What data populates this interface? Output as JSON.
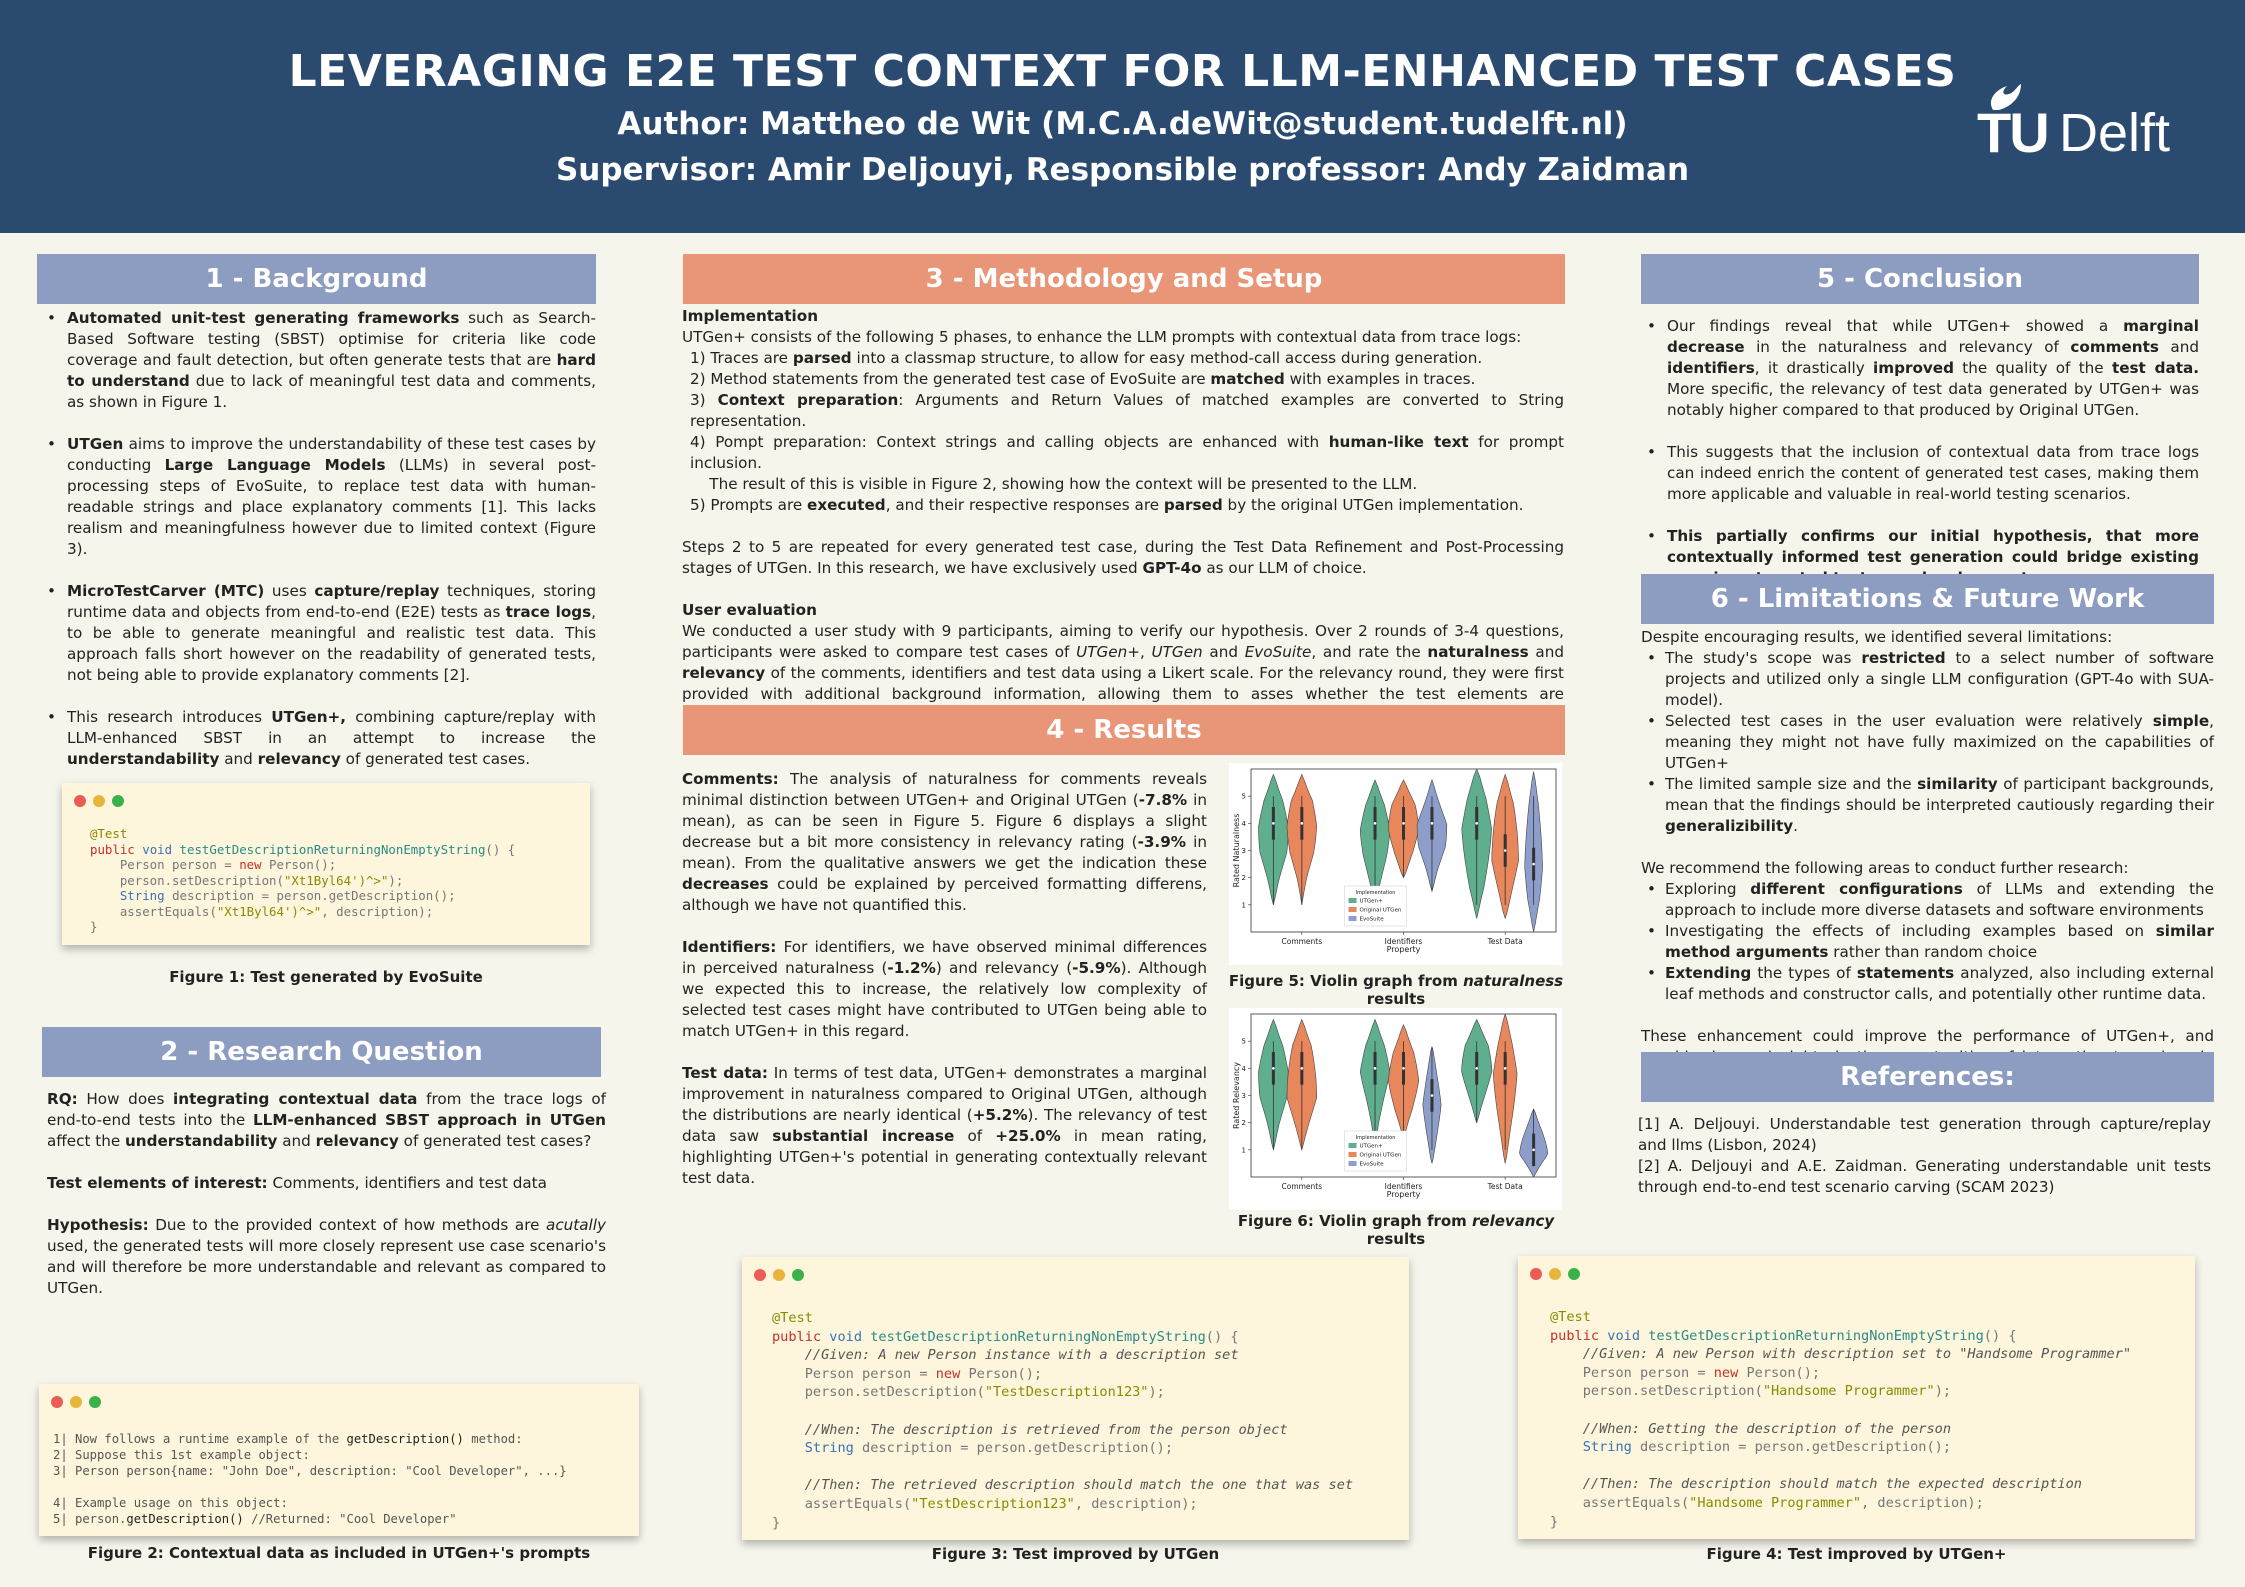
{
  "header": {
    "title": "LEVERAGING E2E TEST CONTEXT FOR LLM-ENHANCED TEST CASES",
    "author": "Author: Mattheo de Wit (M.C.A.deWit@student.tudelft.nl)",
    "supervisor": "Supervisor: Amir Deljouyi, Responsible professor: Andy Zaidman",
    "logo_tu": "TU",
    "logo_delft": "Delft"
  },
  "sections": {
    "background": "1 - Background",
    "research_question": "2 - Research Question",
    "methodology": "3 - Methodology and Setup",
    "results": "4 - Results",
    "conclusion": "5 - Conclusion",
    "limitations": "6 - Limitations & Future Work",
    "references": "References:"
  },
  "captions": {
    "fig1": "Figure 1: Test generated by EvoSuite",
    "fig2": "Figure 2: Contextual data as included in UTGen+'s prompts",
    "fig3": "Figure 3: Test improved by UTGen",
    "fig4": "Figure 4: Test improved by UTGen+",
    "fig5_pre": "Figure 5: Violin graph from ",
    "fig5_em": "naturalness",
    "fig5_post": " results",
    "fig6_pre": "Figure 6: Violin graph from ",
    "fig6_em": "relevancy",
    "fig6_post": " results"
  },
  "chart_data": [
    {
      "type": "violin",
      "title": "",
      "xlabel": "Property",
      "ylabel": "Rated Naturalness",
      "categories": [
        "Comments",
        "Identifiers",
        "Test Data"
      ],
      "yticks": [
        1,
        2,
        3,
        4,
        5
      ],
      "ylim": [
        0,
        6
      ],
      "legend": {
        "title": "Implementation",
        "placement": "lower-center",
        "entries": [
          "UTGen+",
          "Original UTGen",
          "EvoSuite"
        ]
      },
      "series": [
        {
          "name": "UTGen+",
          "color": "#5fae8e",
          "medians": [
            4.0,
            4.0,
            4.0
          ]
        },
        {
          "name": "Original UTGen",
          "color": "#e8865c",
          "medians": [
            4.0,
            4.0,
            3.0
          ]
        },
        {
          "name": "EvoSuite",
          "color": "#8e9ecb",
          "medians": [
            null,
            4.0,
            2.5
          ]
        }
      ]
    },
    {
      "type": "violin",
      "title": "",
      "xlabel": "Property",
      "ylabel": "Rated Relevancy",
      "categories": [
        "Comments",
        "Identifiers",
        "Test Data"
      ],
      "yticks": [
        1,
        2,
        3,
        4,
        5
      ],
      "ylim": [
        0,
        6
      ],
      "legend": {
        "title": "Implementation",
        "placement": "lower-center",
        "entries": [
          "UTGen+",
          "Original UTGen",
          "EvoSuite"
        ]
      },
      "series": [
        {
          "name": "UTGen+",
          "color": "#5fae8e",
          "medians": [
            4.0,
            4.0,
            4.0
          ]
        },
        {
          "name": "Original UTGen",
          "color": "#e8865c",
          "medians": [
            4.0,
            4.0,
            4.0
          ]
        },
        {
          "name": "EvoSuite",
          "color": "#8e9ecb",
          "medians": [
            null,
            3.0,
            1.0
          ]
        }
      ]
    }
  ],
  "colors": {
    "header": "#2b4a6f",
    "blue": "#8d9dc1",
    "orange": "#e89677"
  }
}
